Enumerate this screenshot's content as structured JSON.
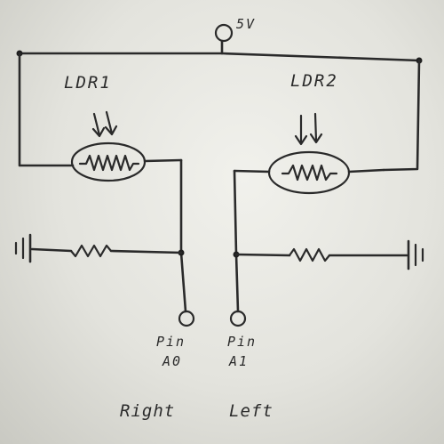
{
  "labels": {
    "supply": "5V",
    "ldr1": "LDR1",
    "ldr2": "LDR2",
    "pin_a0_line1": "Pin",
    "pin_a0_line2": "A0",
    "pin_a1_line1": "Pin",
    "pin_a1_line2": "A1",
    "right": "Right",
    "left": "Left"
  },
  "colors": {
    "ink": "#2a2a2a",
    "paper": "#e8e8e3"
  }
}
